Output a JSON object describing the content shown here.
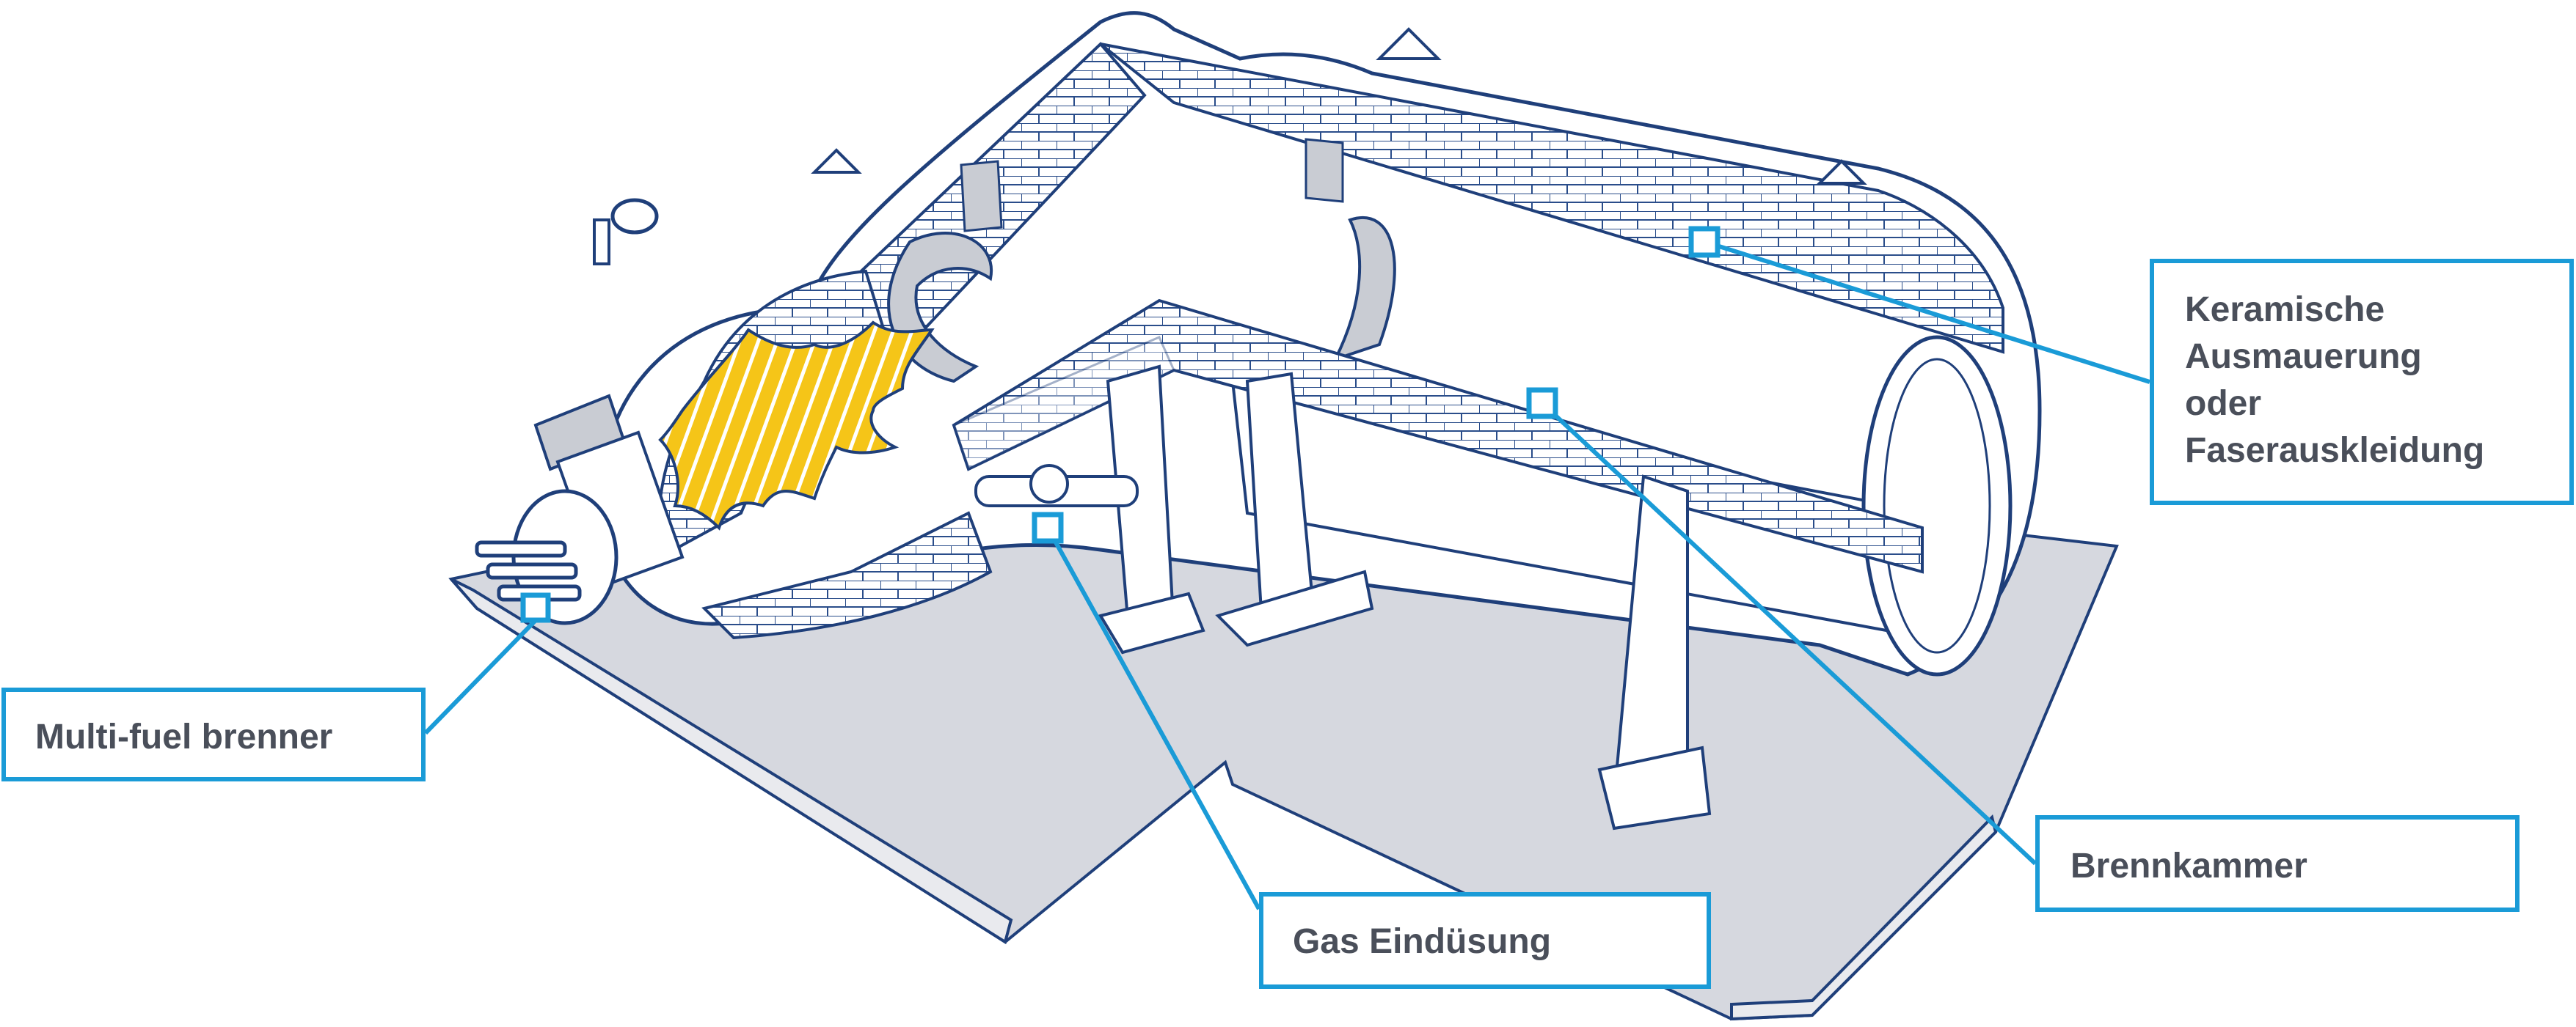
{
  "callouts": {
    "multi_fuel": "Multi-fuel brenner",
    "keramik": [
      "Keramische",
      "Ausmauerung",
      "oder",
      "Faserauskleidung"
    ],
    "brennkammer": "Brennkammer",
    "gas": "Gas Eindüsung"
  },
  "colors": {
    "accent": "#1a9bd7",
    "outline": "#1f3f7a",
    "floor": "#d6d8df",
    "flame": "#f5c518",
    "text": "#4a4f5a"
  }
}
